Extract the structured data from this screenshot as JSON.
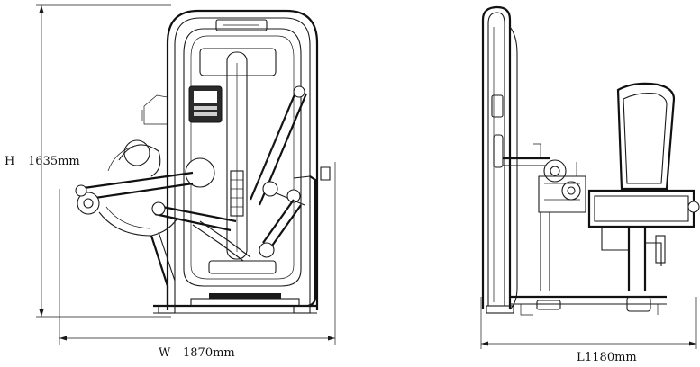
{
  "dimensions": {
    "height": {
      "label": "H",
      "value": "1635mm"
    },
    "width": {
      "label": "W",
      "value": "1870mm"
    },
    "length": {
      "label": "L",
      "value": "1180mm"
    }
  },
  "views": [
    "front-view",
    "side-view"
  ]
}
